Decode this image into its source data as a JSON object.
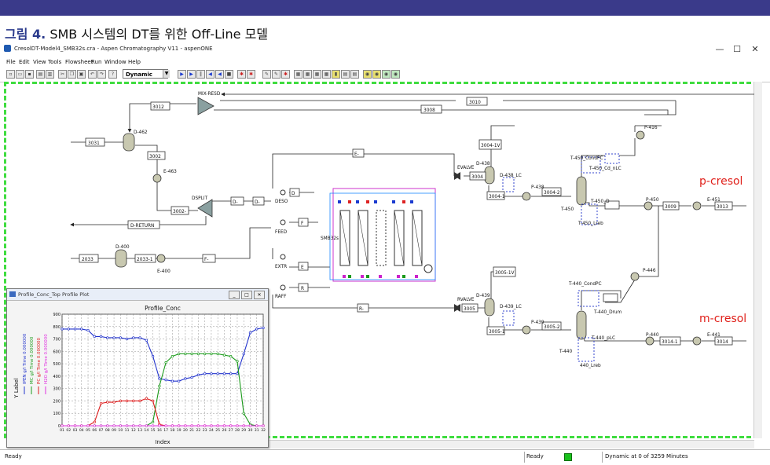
{
  "figure": {
    "label": "그림 4.",
    "text": "SMB 시스템의 DT를 위한 Off-Line 모델",
    "bar_color": "#3a3a8a"
  },
  "window": {
    "title": "CresolDT-Model4_SMB32s.cra - Aspen Chromatography V11 - aspenONE",
    "minimize": "—",
    "maximize": "☐",
    "close": "✕"
  },
  "menu": [
    "File",
    "Edit",
    "View",
    "Tools",
    "Flowsheet",
    "Run",
    "Window",
    "Help"
  ],
  "toolbar": {
    "mode": "Dynamic"
  },
  "flowsheet": {
    "streams": [
      "3012",
      "3010",
      "3008",
      "3031",
      "3002",
      "3002-",
      "D-RETURN",
      "2033",
      "2033-1",
      "3004-1V",
      "3004",
      "3004-1",
      "3004-2",
      "3005-1V",
      "3005",
      "3005-1",
      "3005-2",
      "3009",
      "3013",
      "3014-1",
      "3014",
      "E-",
      "D-",
      "D",
      "F",
      "E",
      "R",
      "F-",
      "R-",
      "E-"
    ],
    "blocks": {
      "mixer": "MIX-RESD",
      "drum1": "D-462",
      "hx1": "E-463",
      "split": "DSPLIT",
      "drum2": "D-400",
      "hx2": "E-400",
      "desc": "DESO",
      "feed": "FEED",
      "extr": "EXTR",
      "raff": "RAFF",
      "smb": "SMB32s",
      "evalve": "EVALVE",
      "rvalve": "RVALVE",
      "d438": "D-438",
      "d438lc": "D-438_LC",
      "p438": "P-438",
      "d439": "D-439",
      "d439lc": "D-439_LC",
      "p439": "P-439",
      "t450": "T-450",
      "t450cond": "T-450_CondPC",
      "t450lc": "T-450_Cd_nLC",
      "t450reb": "T-450_Lreb",
      "t450d": "T-450_D",
      "p416": "P-416",
      "p450": "P-450",
      "e451": "E-451",
      "t440": "T-440",
      "t440cond": "T-440_CondPC",
      "t440drum": "T-440_Drum",
      "t440lc": "T-440_pLC",
      "t440reb": "440_Lreb",
      "p446": "P-446",
      "p440": "P-440",
      "e441": "E-441"
    },
    "products": {
      "p": "p-cresol",
      "m": "m-cresol"
    }
  },
  "plot_window": {
    "title": "Profile_Conc_Top Profile Plot",
    "controls": [
      "_",
      "□",
      "✕"
    ]
  },
  "chart_data": {
    "type": "line",
    "title": "Profile_Conc",
    "xlabel": "Index",
    "ylabel": "Y Label",
    "ylim": [
      0,
      900
    ],
    "yticks": [
      "0",
      "100",
      "200",
      "300",
      "400",
      "500",
      "600",
      "700",
      "800",
      "900"
    ],
    "x": [
      "01",
      "02",
      "03",
      "04",
      "05",
      "06",
      "07",
      "08",
      "09",
      "10",
      "11",
      "12",
      "13",
      "14",
      "15",
      "16",
      "17",
      "18",
      "19",
      "20",
      "21",
      "22",
      "23",
      "24",
      "25",
      "26",
      "27",
      "28",
      "29",
      "30",
      "31",
      "32"
    ],
    "series": [
      {
        "name": "IPEN g/l Time 0.000000",
        "color": "#2233cc",
        "values": [
          780,
          780,
          780,
          780,
          770,
          720,
          720,
          710,
          710,
          710,
          700,
          710,
          710,
          690,
          560,
          380,
          370,
          360,
          360,
          380,
          390,
          410,
          420,
          420,
          420,
          420,
          420,
          420,
          580,
          750,
          780,
          790
        ]
      },
      {
        "name": "MC g/l Time 0.000000",
        "color": "#1a9a1a",
        "values": [
          0,
          0,
          0,
          0,
          0,
          0,
          0,
          0,
          0,
          0,
          0,
          0,
          0,
          0,
          30,
          320,
          510,
          560,
          580,
          580,
          580,
          580,
          580,
          580,
          580,
          570,
          560,
          520,
          100,
          10,
          0,
          0
        ]
      },
      {
        "name": "PC g/l Time 0.000000",
        "color": "#dd1a1a",
        "values": [
          0,
          0,
          0,
          0,
          0,
          30,
          180,
          190,
          190,
          200,
          200,
          200,
          200,
          220,
          200,
          10,
          0,
          0,
          0,
          0,
          0,
          0,
          0,
          0,
          0,
          0,
          0,
          0,
          0,
          0,
          0,
          0
        ]
      },
      {
        "name": "H2O g/l Time 0.000000",
        "color": "#e030e0",
        "values": [
          0,
          0,
          0,
          0,
          0,
          0,
          0,
          0,
          0,
          0,
          0,
          0,
          0,
          0,
          0,
          0,
          0,
          0,
          0,
          0,
          0,
          0,
          0,
          0,
          0,
          0,
          0,
          0,
          0,
          0,
          0,
          0
        ]
      }
    ],
    "grid": true
  },
  "status": {
    "left": "Ready",
    "right_ready": "Ready",
    "run": "Dynamic at 0 of 3259 Minutes"
  }
}
